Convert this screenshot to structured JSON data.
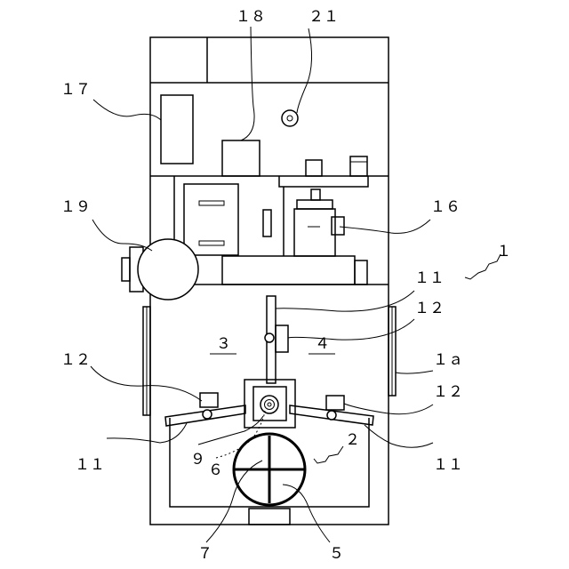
{
  "labels": {
    "l18": "１８",
    "l21": "２１",
    "l17": "１７",
    "l19": "１９",
    "l16": "１６",
    "l1": "１",
    "l11_top": "１１",
    "l12_top": "１２",
    "l3": "３",
    "l4": "４",
    "l12_left": "１２",
    "l1a": "１ａ",
    "l12_right": "１２",
    "l11_left": "１１",
    "l11_right": "１１",
    "l2": "２",
    "l9": "９",
    "l6": "６",
    "l7": "７",
    "l5": "５"
  }
}
